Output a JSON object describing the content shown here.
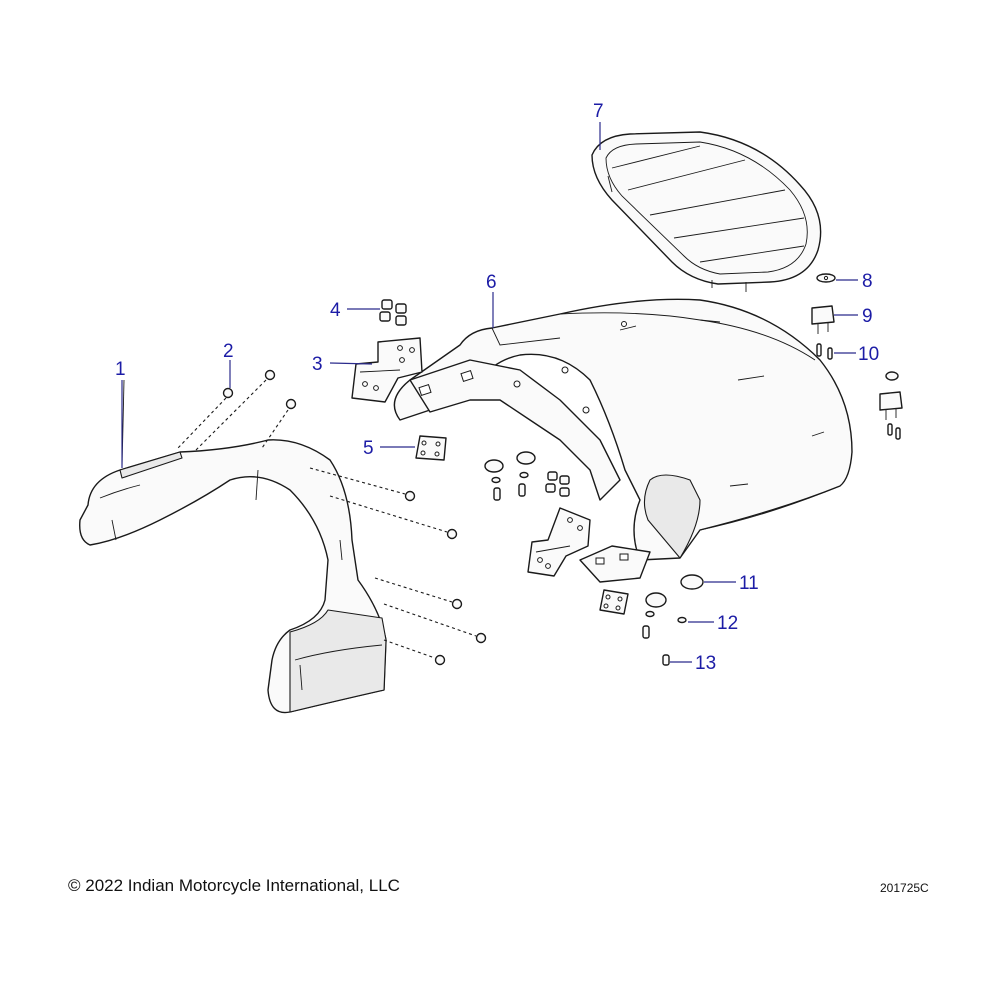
{
  "diagram": {
    "callouts": [
      {
        "id": "1",
        "label": "1"
      },
      {
        "id": "2",
        "label": "2"
      },
      {
        "id": "3",
        "label": "3"
      },
      {
        "id": "4",
        "label": "4"
      },
      {
        "id": "5",
        "label": "5"
      },
      {
        "id": "6",
        "label": "6"
      },
      {
        "id": "7",
        "label": "7"
      },
      {
        "id": "8",
        "label": "8"
      },
      {
        "id": "9",
        "label": "9"
      },
      {
        "id": "10",
        "label": "10"
      },
      {
        "id": "11",
        "label": "11"
      },
      {
        "id": "12",
        "label": "12"
      },
      {
        "id": "13",
        "label": "13"
      }
    ],
    "callout_color": "#1c1ca6",
    "line_color": "#1a1a1a"
  },
  "footer": {
    "copyright": "© 2022 Indian Motorcycle International, LLC",
    "figure_id": "201725C"
  }
}
